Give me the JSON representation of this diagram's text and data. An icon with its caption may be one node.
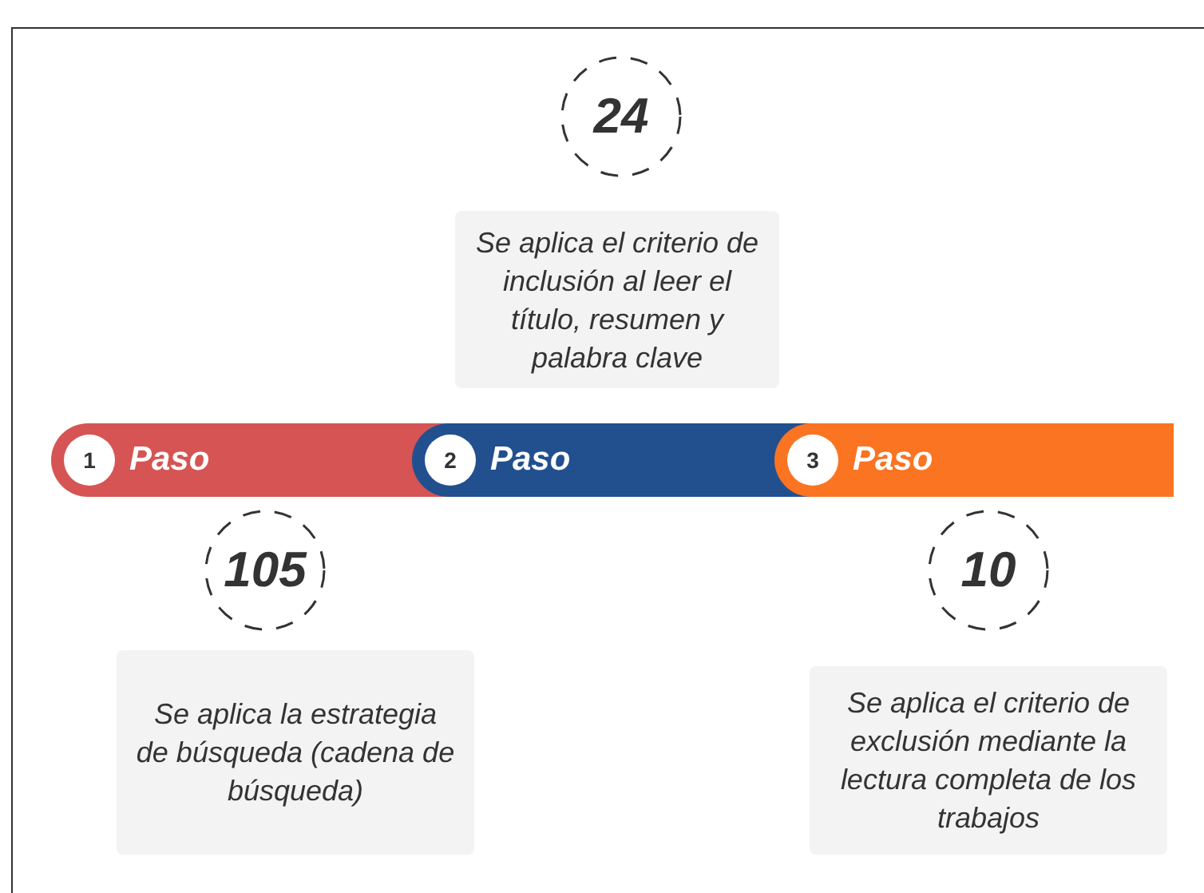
{
  "diagram": {
    "nodes": [
      {
        "text": [
          "24"
        ]
      },
      {
        "text": [
          "Se aplica el criterio de inclusión al leer el título, resumen y palabra clave"
        ]
      },
      {
        "text": [
          "1",
          "Paso"
        ]
      },
      {
        "text": [
          "2",
          "Paso"
        ]
      },
      {
        "text": [
          "3",
          "Paso"
        ]
      },
      {
        "text": [
          "105"
        ]
      },
      {
        "text": [
          "10"
        ]
      },
      {
        "text": [
          "Se aplica la estrategia de búsqueda (cadena de búsqueda)"
        ]
      },
      {
        "text": [
          "Se aplica el criterio de exclusión mediante la lectura completa de los trabajos"
        ]
      }
    ]
  }
}
